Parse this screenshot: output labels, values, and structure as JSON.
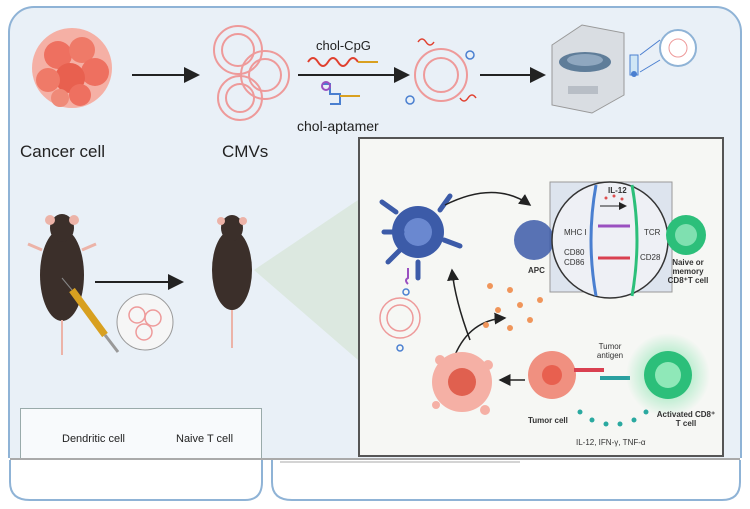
{
  "labels": {
    "cancer_cell": "Cancer cell",
    "cmvs": "CMVs",
    "chol_cpg": "chol-CpG",
    "chol_aptamer": "chol-aptamer",
    "il12": "IL-12",
    "mhc": "MHC I",
    "cd80": "CD80",
    "cd86": "CD86",
    "tcr": "TCR",
    "cd28": "CD28",
    "apc": "APC",
    "naive_memory": "Naive or memory CD8⁺T cell",
    "tumor_antigen": "Tumor antigen",
    "tumor_cell": "Tumor cell",
    "activated": "Activated CD8⁺ T cell",
    "cytokines": "IL-12, IFN-γ, TNF-α"
  },
  "legend": {
    "dendritic": "Dendritic cell",
    "naive_t": "Naive T cell"
  },
  "colors": {
    "panel_bg": "#e9f0f7",
    "cancer": "#f07a6a",
    "vesicle": "#f2a3a3",
    "dendritic": "#3c5ba8",
    "tcell": "#2cbf7a",
    "arrow": "#222222"
  }
}
